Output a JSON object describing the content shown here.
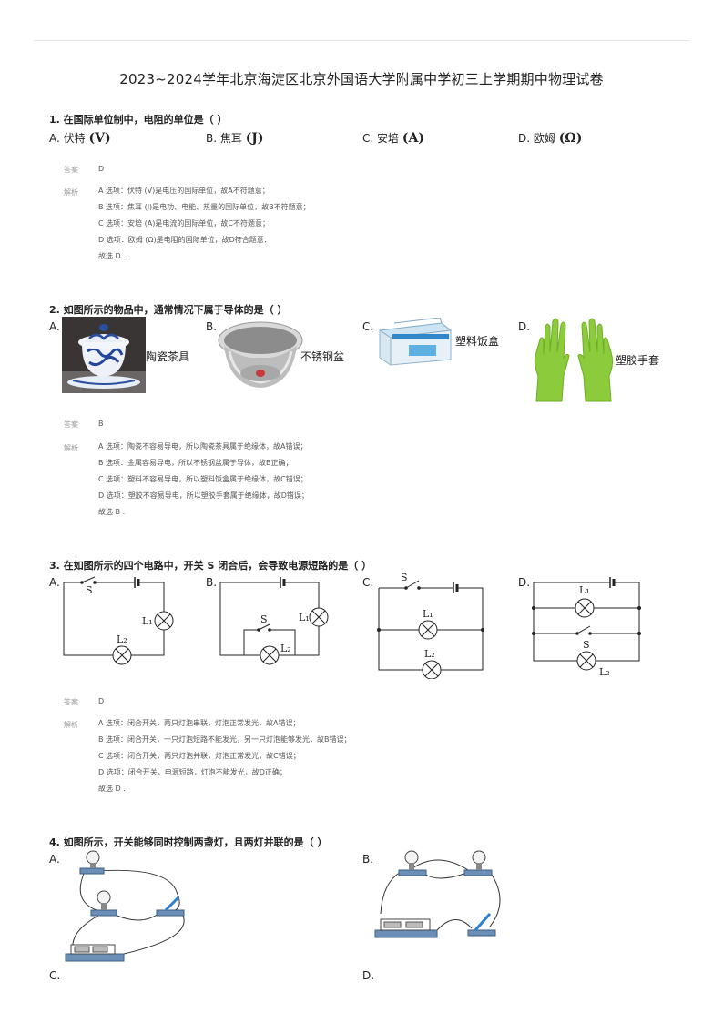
{
  "title": "2023~2024学年北京海淀区北京外国语大学附属中学初三上学期期中物理试卷",
  "labels": {
    "answer": "答案",
    "analysis": "解析"
  },
  "q1": {
    "stem": "1.  在国际单位制中，电阻的单位是（     ）",
    "options": [
      {
        "text": "A. 伏特 ",
        "sym": "(V)"
      },
      {
        "text": "B. 焦耳 ",
        "sym": "(J)"
      },
      {
        "text": "C. 安培 ",
        "sym": "(A)"
      },
      {
        "text": "D. 欧姆 ",
        "sym": "(Ω)"
      }
    ],
    "answer": "D",
    "analysis": [
      "A 选项：伏特 (V)是电压的国际单位，故A不符题意；",
      "B 选项：焦耳 (J)是电功、电能、热量的国际单位，故B不符题意；",
      "C 选项：安培 (A)是电流的国际单位，故C不符题意；",
      "D 选项：欧姆 (Ω)是电阻的国际单位，故D符合题意．",
      "故选 D ."
    ]
  },
  "q2": {
    "stem": "2.  如图所示的物品中，通常情况下属于导体的是（     ）",
    "options": [
      "A.",
      "B.",
      "C.",
      "D."
    ],
    "captions": [
      "陶瓷茶具",
      "不锈钢盆",
      "塑料饭盒",
      "塑胶手套"
    ],
    "answer": "B",
    "analysis": [
      "A 选项：陶瓷不容易导电，所以陶瓷茶具属于绝缘体，故A错误；",
      "B 选项：金属容易导电，所以不锈钢盆属于导体，故B正确；",
      "C 选项：塑料不容易导电，所以塑料饭盒属于绝缘体，故C错误；",
      "D 选项：塑胶不容易导电，所以塑胶手套属于绝缘体，故D错误；",
      "故选 B ."
    ]
  },
  "q3": {
    "stem": "3.  在如图所示的四个电路中，开关  S  闭合后，会导致电源短路的是（     ）",
    "options": [
      "A.",
      "B.",
      "C.",
      "D."
    ],
    "circuit_labels": {
      "s": "S",
      "l1": "L₁",
      "l2": "L₂"
    },
    "answer": "D",
    "analysis": [
      "A 选项：闭合开关，两只灯泡串联，灯泡正常发光，故A错误；",
      "B 选项：闭合开关，一只灯泡短路不能发光，另一只灯泡能够发光，故B错误；",
      "C 选项：闭合开关，两只灯泡并联，灯泡正常发光，故C错误；",
      "D 选项：闭合开关，电源短路，灯泡不能发光，故D正确；",
      "故选 D ."
    ]
  },
  "q4": {
    "stem": "4.  如图所示，开关能够同时控制两盏灯，且两灯并联的是（     ）",
    "options": [
      "A.",
      "B.",
      "C.",
      "D."
    ]
  }
}
